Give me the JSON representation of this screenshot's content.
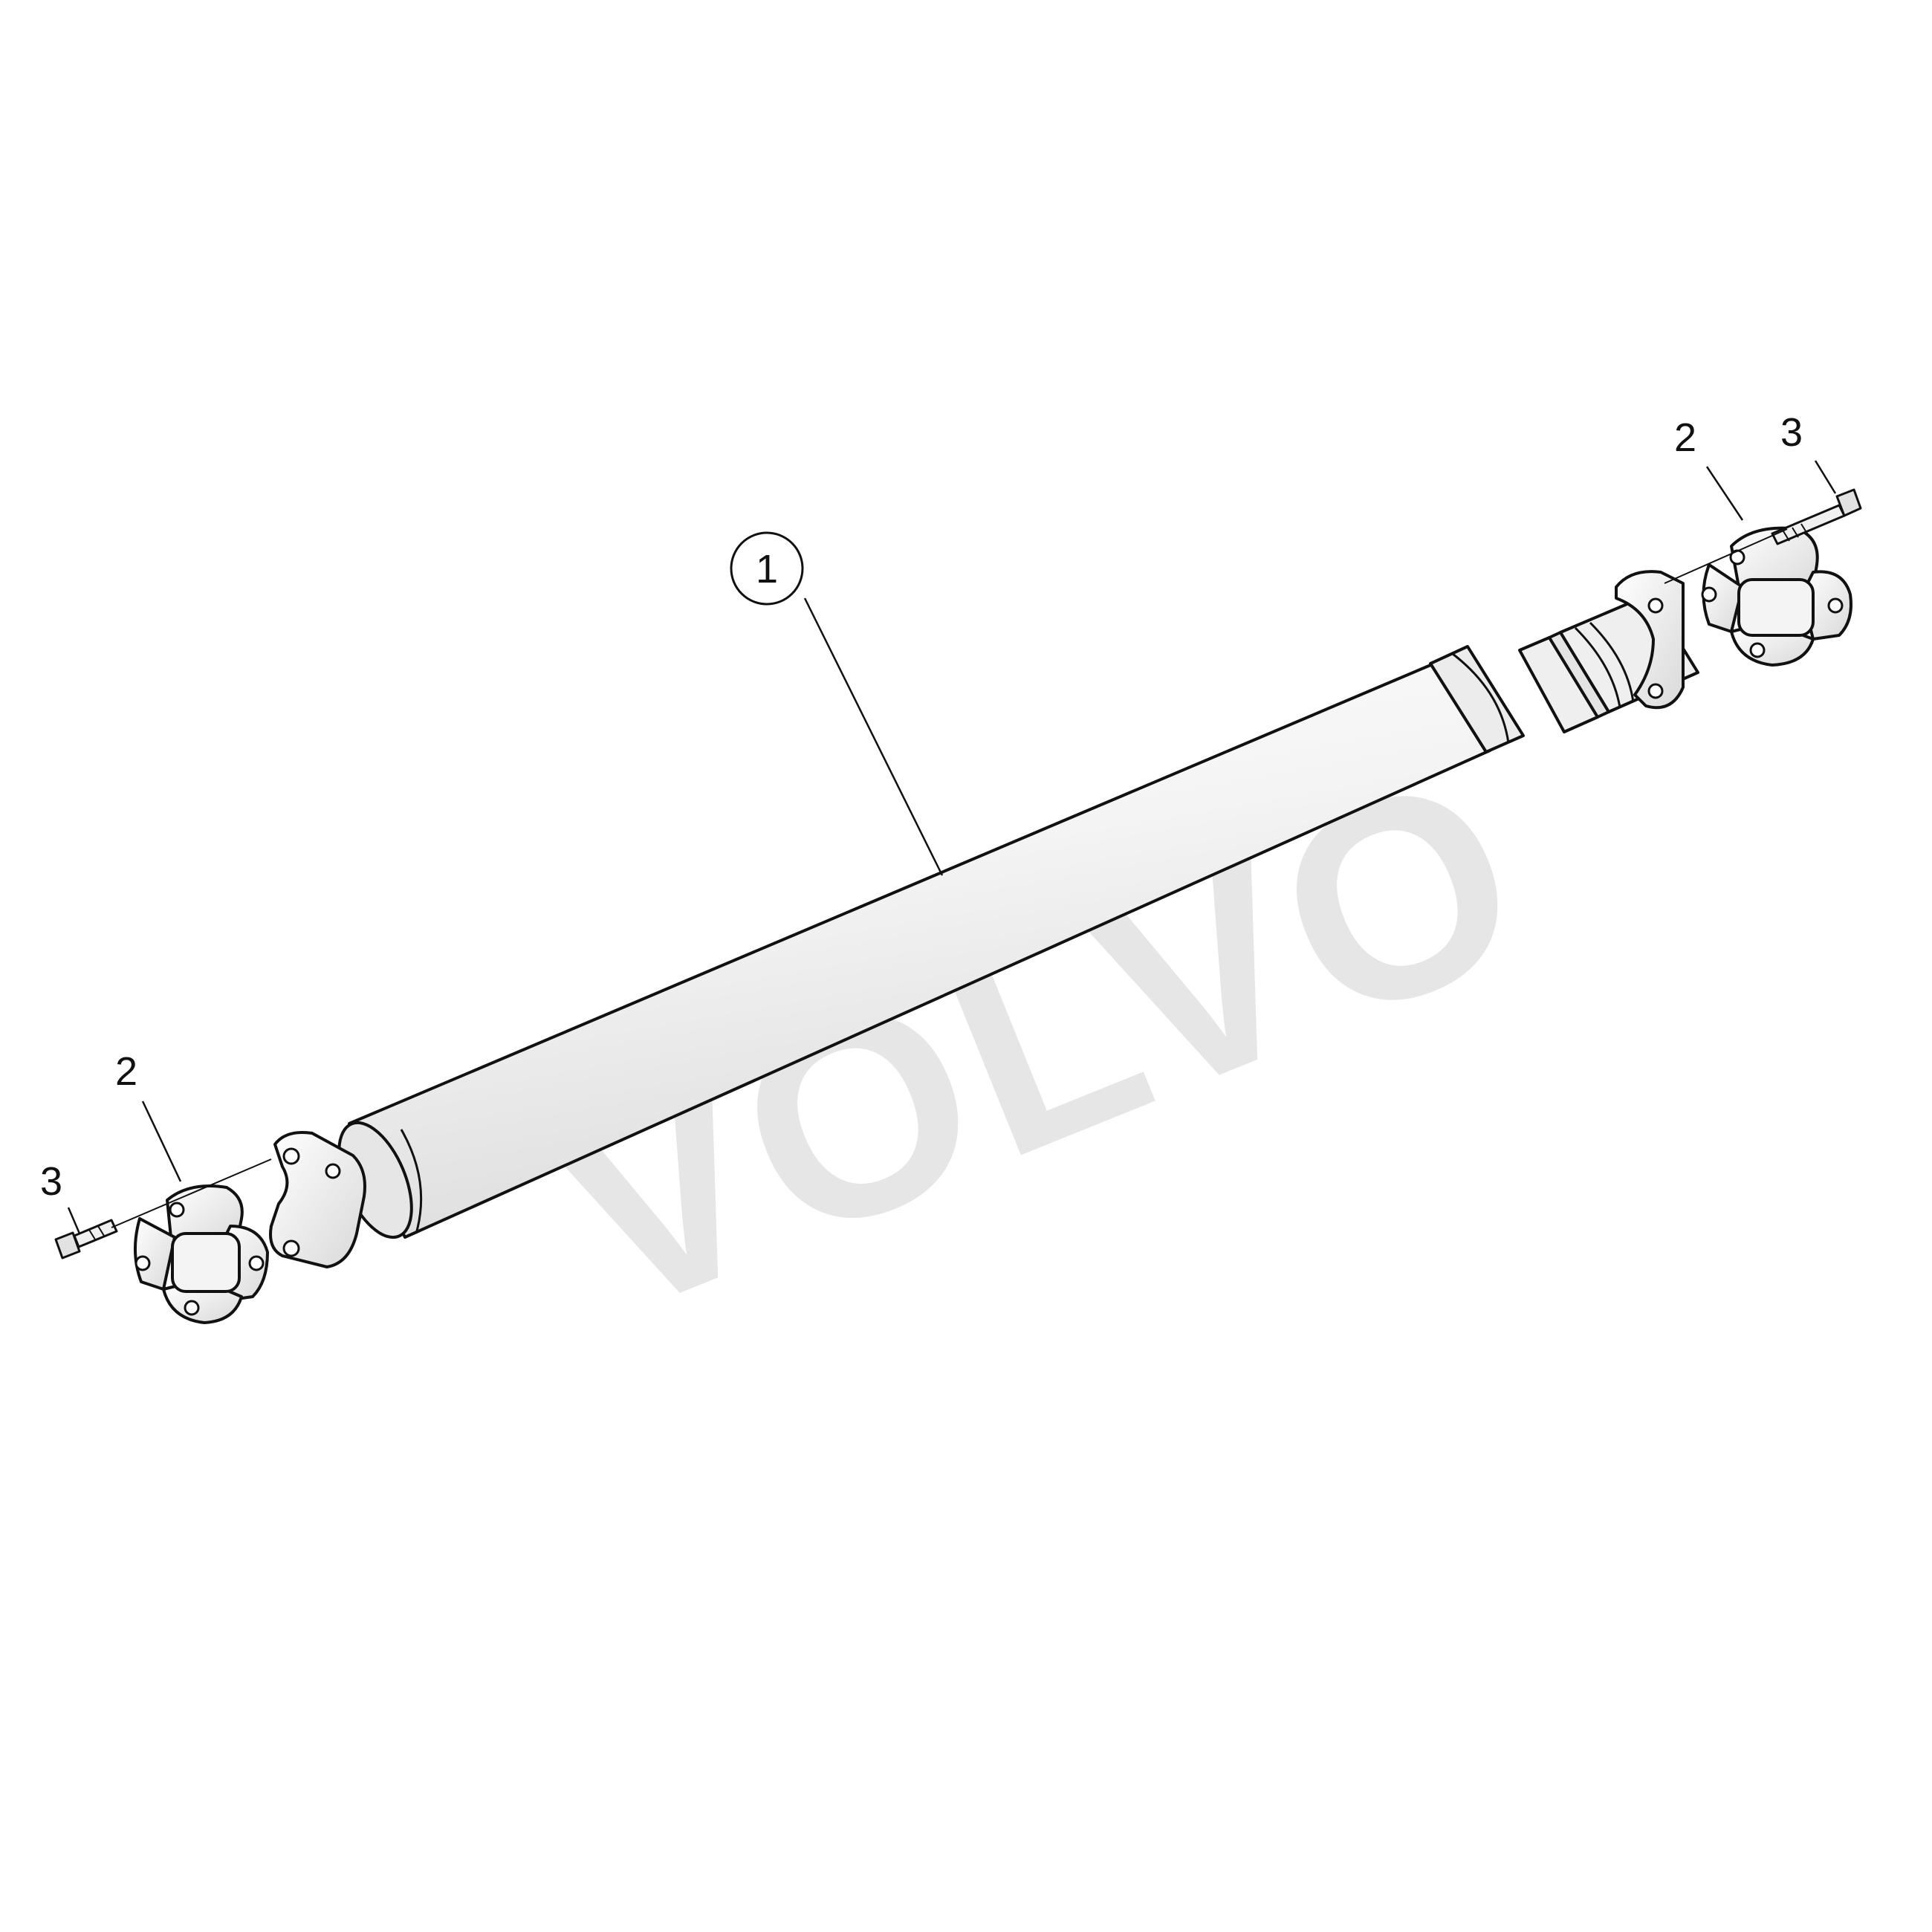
{
  "watermark": {
    "text": "VOLVO"
  },
  "callouts": {
    "propeller_shaft": "1",
    "universal_joint_right": "2",
    "bolt_right": "3",
    "universal_joint_left": "2",
    "bolt_left": "3"
  },
  "colors": {
    "line": "#111111",
    "fill_light": "#f2f2f2",
    "fill_shaft": "#efefef",
    "watermark": "#c9c9c9"
  }
}
